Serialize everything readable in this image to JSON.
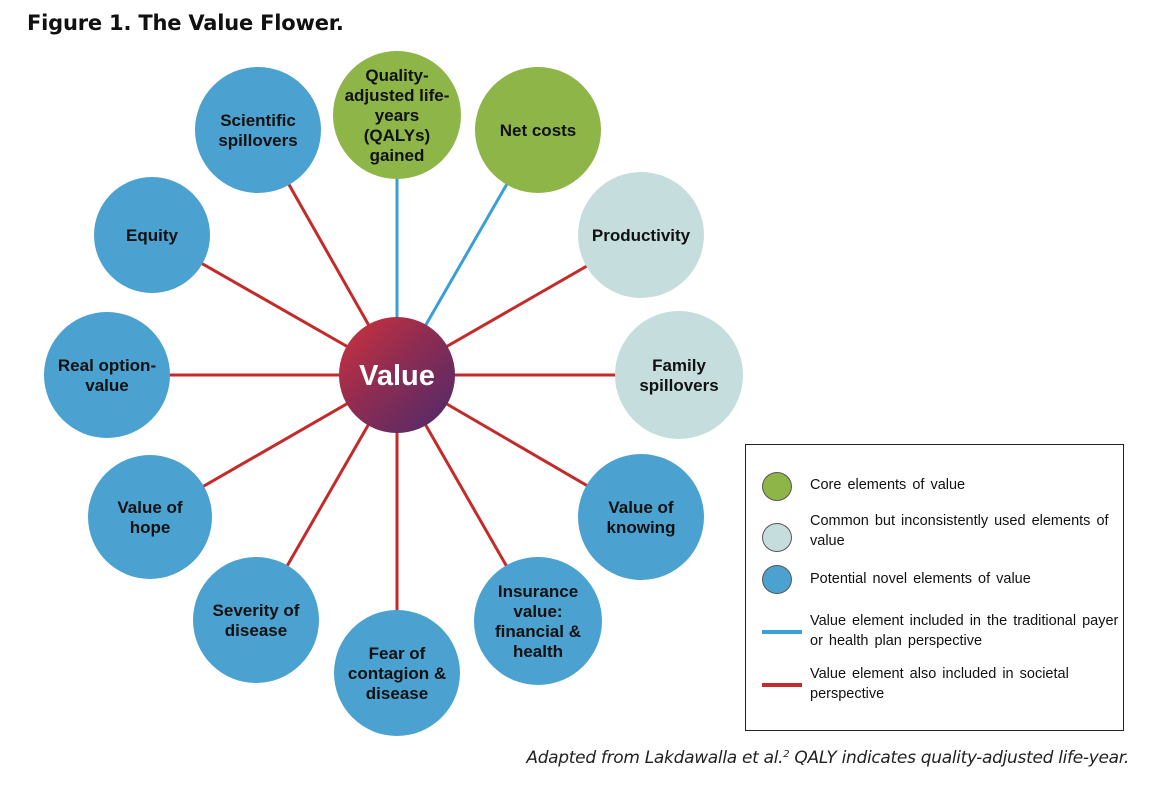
{
  "figure": {
    "title": "Figure 1. The Value Flower.",
    "caption_before_sup": "Adapted from Lakdawalla et al.",
    "caption_sup": "2",
    "caption_after_sup": " QALY indicates quality-adjusted life-year."
  },
  "colors": {
    "core": "#8db548",
    "common": "#c5dedd",
    "novel": "#4ba2d0",
    "line_payer": "#3a9fd6",
    "line_societal": "#c52a2a",
    "center_from": "#d0323a",
    "center_to": "#4b2a6b"
  },
  "center": {
    "label": "Value"
  },
  "petals": [
    {
      "id": "qaly",
      "lines": [
        "Quality-",
        "adjusted life-",
        "years",
        "(QALYs)",
        "gained"
      ],
      "category": "core",
      "link": "payer"
    },
    {
      "id": "net-costs",
      "lines": [
        "Net costs"
      ],
      "category": "core",
      "link": "payer"
    },
    {
      "id": "productivity",
      "lines": [
        "Productivity"
      ],
      "category": "common",
      "link": "societal"
    },
    {
      "id": "family-spillovers",
      "lines": [
        "Family",
        "spillovers"
      ],
      "category": "common",
      "link": "societal"
    },
    {
      "id": "value-of-knowing",
      "lines": [
        "Value of",
        "knowing"
      ],
      "category": "novel",
      "link": "societal"
    },
    {
      "id": "insurance-value",
      "lines": [
        "Insurance",
        "value:",
        "financial &",
        "health"
      ],
      "category": "novel",
      "link": "societal"
    },
    {
      "id": "fear-of-contagion",
      "lines": [
        "Fear of",
        "contagion &",
        "disease"
      ],
      "category": "novel",
      "link": "societal"
    },
    {
      "id": "severity-of-disease",
      "lines": [
        "Severity of",
        "disease"
      ],
      "category": "novel",
      "link": "societal"
    },
    {
      "id": "value-of-hope",
      "lines": [
        "Value of",
        "hope"
      ],
      "category": "novel",
      "link": "societal"
    },
    {
      "id": "real-option-value",
      "lines": [
        "Real option-",
        "value"
      ],
      "category": "novel",
      "link": "societal"
    },
    {
      "id": "equity",
      "lines": [
        "Equity"
      ],
      "category": "novel",
      "link": "societal"
    },
    {
      "id": "scientific-spillovers",
      "lines": [
        "Scientific",
        "spillovers"
      ],
      "category": "novel",
      "link": "societal"
    }
  ],
  "legend": {
    "items": [
      {
        "type": "circle",
        "category": "core",
        "text": "Core elements of value"
      },
      {
        "type": "circle",
        "category": "common",
        "text": "Common but inconsistently used elements of value"
      },
      {
        "type": "circle",
        "category": "novel",
        "text": "Potential novel elements of value"
      },
      {
        "type": "line",
        "category": "line_payer",
        "text": "Value element included in the traditional payer or health plan perspective"
      },
      {
        "type": "line",
        "category": "line_societal",
        "text": "Value element also included in societal perspective"
      }
    ]
  }
}
